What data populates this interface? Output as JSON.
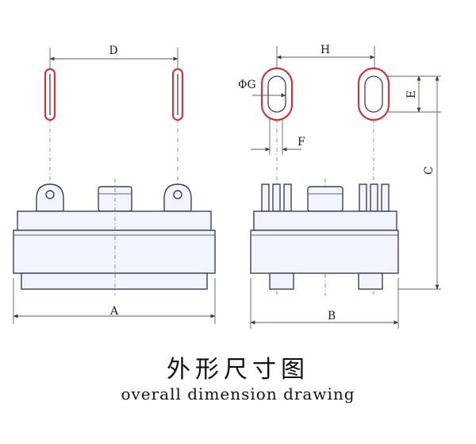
{
  "labels": {
    "D": "D",
    "H": "H",
    "PhiG": "ΦG",
    "E": "E",
    "F": "F",
    "C": "C",
    "A": "A",
    "B": "B"
  },
  "caption": {
    "chinese": "外形尺寸图",
    "english": "overall dimension drawing"
  }
}
